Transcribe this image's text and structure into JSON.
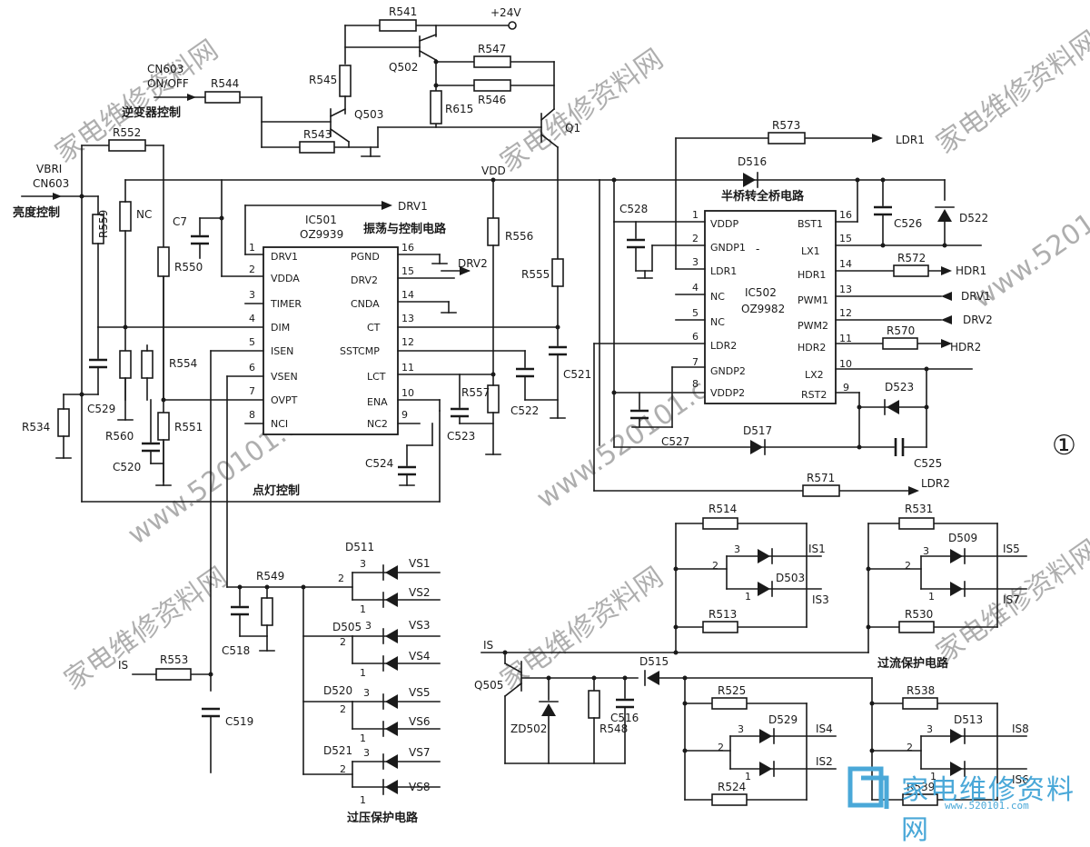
{
  "figure_number": "①",
  "watermark": {
    "text": "家电维修资料网",
    "url": "www.520101.com"
  },
  "logo": {
    "name": "家电维修资料网",
    "url": "www.520101.com"
  },
  "sections": {
    "inverter_control": "逆变器控制",
    "brightness_control": "亮度控制",
    "osc_control_circuit": "振荡与控制电路",
    "half_to_full_bridge": "半桥转全桥电路",
    "lighting_control": "点灯控制",
    "overvoltage_protection": "过压保护电路",
    "overcurrent_protection": "过流保护电路"
  },
  "nets": {
    "v24": "+24V",
    "vdd": "VDD",
    "cn603": "CN603",
    "on_off": "ON/OFF",
    "vbri": "VBRI",
    "drv1": "DRV1",
    "drv2": "DRV2",
    "ldr1": "LDR1",
    "ldr2": "LDR2",
    "hdr1": "HDR1",
    "hdr2": "HDR2",
    "nc": "NC",
    "is": "IS",
    "vs1": "VS1",
    "vs2": "VS2",
    "vs3": "VS3",
    "vs4": "VS4",
    "vs5": "VS5",
    "vs6": "VS6",
    "vs7": "VS7",
    "vs8": "VS8",
    "is1": "IS1",
    "is2": "IS2",
    "is3": "IS3",
    "is4": "IS4",
    "is5": "IS5",
    "is6": "IS6",
    "is7": "IS7",
    "is8": "IS8"
  },
  "ic501": {
    "ref": "IC501",
    "part": "OZ9939",
    "left_pins": [
      {
        "num": "1",
        "name": "DRV1"
      },
      {
        "num": "2",
        "name": "VDDA"
      },
      {
        "num": "3",
        "name": "TIMER"
      },
      {
        "num": "4",
        "name": "DIM"
      },
      {
        "num": "5",
        "name": "ISEN"
      },
      {
        "num": "6",
        "name": "VSEN"
      },
      {
        "num": "7",
        "name": "OVPT"
      },
      {
        "num": "8",
        "name": "NCI"
      }
    ],
    "right_pins": [
      {
        "num": "16",
        "name": "PGND"
      },
      {
        "num": "15",
        "name": "DRV2"
      },
      {
        "num": "14",
        "name": "CNDA"
      },
      {
        "num": "13",
        "name": "CT"
      },
      {
        "num": "12",
        "name": "SSTCMP"
      },
      {
        "num": "11",
        "name": "LCT"
      },
      {
        "num": "10",
        "name": "ENA"
      },
      {
        "num": "9",
        "name": "NC2"
      }
    ]
  },
  "ic502": {
    "ref": "IC502",
    "part": "OZ9982",
    "left_pins": [
      {
        "num": "1",
        "name": "VDDP"
      },
      {
        "num": "2",
        "name": "GNDP1"
      },
      {
        "num": "3",
        "name": "LDR1"
      },
      {
        "num": "4",
        "name": "NC"
      },
      {
        "num": "5",
        "name": "NC"
      },
      {
        "num": "6",
        "name": "LDR2"
      },
      {
        "num": "7",
        "name": "GNDP2"
      },
      {
        "num": "8",
        "name": "VDDP2"
      }
    ],
    "right_pins": [
      {
        "num": "16",
        "name": "BST1"
      },
      {
        "num": "15",
        "name": "LX1"
      },
      {
        "num": "14",
        "name": "HDR1"
      },
      {
        "num": "13",
        "name": "PWM1"
      },
      {
        "num": "12",
        "name": "PWM2"
      },
      {
        "num": "11",
        "name": "HDR2"
      },
      {
        "num": "10",
        "name": "LX2"
      },
      {
        "num": "9",
        "name": "RST2"
      }
    ]
  },
  "refs": {
    "R541": "R541",
    "R544": "R544",
    "R545": "R545",
    "R547": "R547",
    "R546": "R546",
    "R615": "R615",
    "R543": "R543",
    "R552": "R552",
    "R559": "R559",
    "R550": "R550",
    "R554": "R554",
    "R551": "R551",
    "R560": "R560",
    "R534": "R534",
    "R556": "R556",
    "R555": "R555",
    "R557": "R557",
    "R573": "R573",
    "R572": "R572",
    "R570": "R570",
    "R571": "R571",
    "R549": "R549",
    "R553": "R553",
    "R514": "R514",
    "R513": "R513",
    "R531": "R531",
    "R530": "R530",
    "R525": "R525",
    "R524": "R524",
    "R538": "R538",
    "R539": "R539",
    "R548": "R548",
    "Q502": "Q502",
    "Q503": "Q503",
    "Q1": "Q1",
    "Q505": "Q505",
    "C7": "C7",
    "C529": "C529",
    "C520": "C520",
    "C521": "C521",
    "C522": "C522",
    "C523": "C523",
    "C524": "C524",
    "C528": "C528",
    "C526": "C526",
    "C527": "C527",
    "C525": "C525",
    "C518": "C518",
    "C519": "C519",
    "C516": "C516",
    "D516": "D516",
    "D522": "D522",
    "D523": "D523",
    "D517": "D517",
    "D511": "D511",
    "D505": "D505",
    "D520": "D520",
    "D521": "D521",
    "D503": "D503",
    "D509": "D509",
    "D515": "D515",
    "D529": "D529",
    "D513": "D513",
    "ZD502": "ZD502"
  },
  "diode_pins": {
    "p1": "1",
    "p2": "2",
    "p3": "3"
  }
}
